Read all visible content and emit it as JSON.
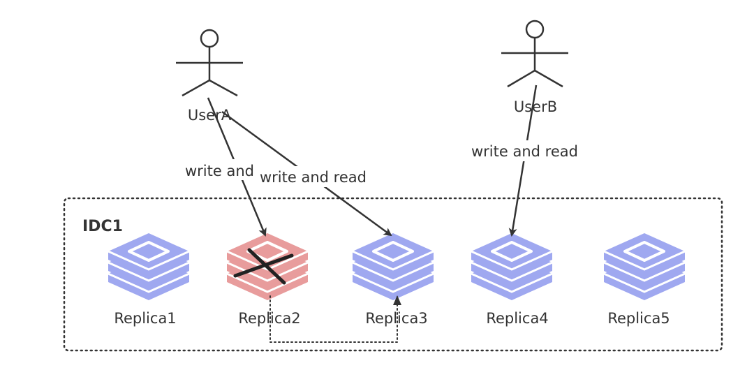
{
  "idc": {
    "label": "IDC1"
  },
  "users": [
    {
      "id": "userA",
      "label": "UserA"
    },
    {
      "id": "userB",
      "label": "UserB"
    }
  ],
  "replicas": [
    {
      "id": "replica1",
      "label": "Replica1",
      "status": "healthy"
    },
    {
      "id": "replica2",
      "label": "Replica2",
      "status": "failed"
    },
    {
      "id": "replica3",
      "label": "Replica3",
      "status": "healthy"
    },
    {
      "id": "replica4",
      "label": "Replica4",
      "status": "healthy"
    },
    {
      "id": "replica5",
      "label": "Replica5",
      "status": "healthy"
    }
  ],
  "edges": [
    {
      "from": "userA",
      "to": "replica2",
      "label": "write and"
    },
    {
      "from": "userA",
      "to": "replica3",
      "label": "write and read"
    },
    {
      "from": "userB",
      "to": "replica4",
      "label": "write and read"
    },
    {
      "from": "replica2",
      "to": "replica3",
      "label": "",
      "style": "dotted"
    }
  ],
  "colors": {
    "healthy": "#9fa8f0",
    "failed": "#e89c9c",
    "line": "#333333"
  }
}
